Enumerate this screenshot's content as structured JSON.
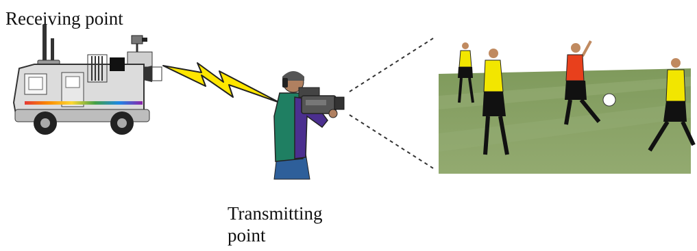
{
  "labels": {
    "receiving_point": "Receiving point",
    "transmitting_point_line1": "Transmitting",
    "transmitting_point_line2": "point"
  },
  "colors": {
    "signal_bolt": "#ffe600",
    "field_grass": "#87a065",
    "truck_body": "#d9d9d9",
    "player_kit_yellow": "#f2e600",
    "player_kit_red": "#e8401c"
  },
  "icons": {
    "truck": "broadcast-truck-icon",
    "signal": "lightning-signal-icon",
    "camera_operator": "camera-operator-icon",
    "field": "soccer-field-scene"
  }
}
